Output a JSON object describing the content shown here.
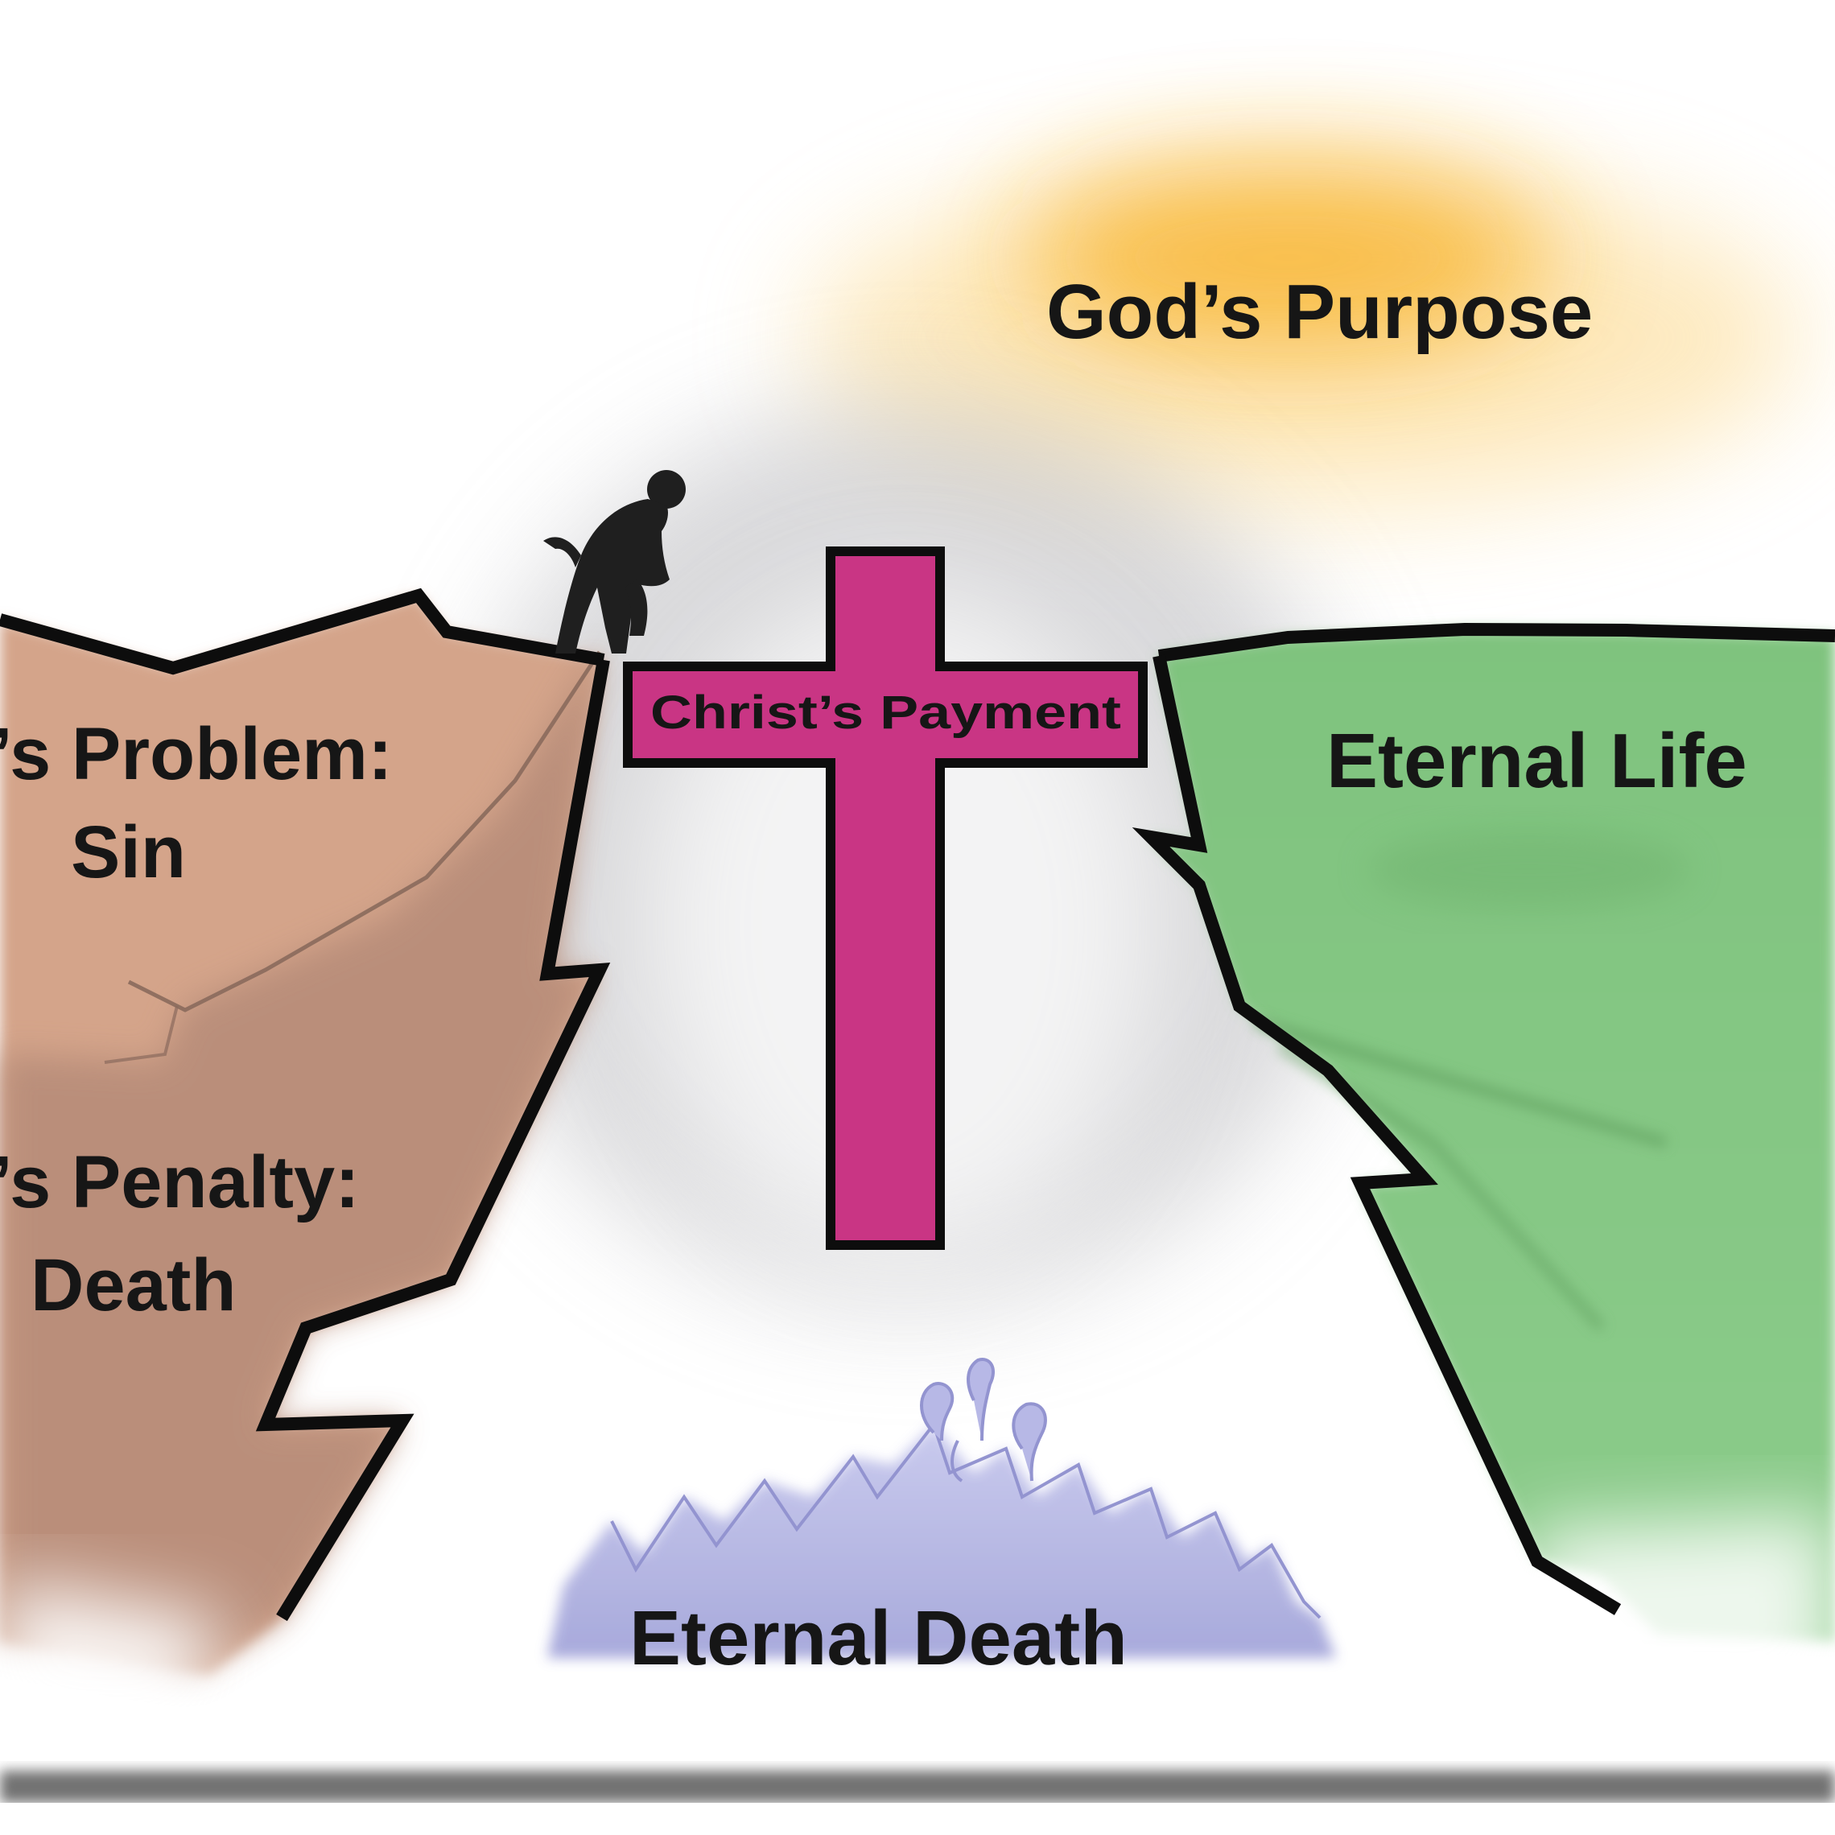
{
  "labels": {
    "gods_purpose": "God’s Purpose",
    "problem_line1": "’s Problem:",
    "problem_line2": "Sin",
    "penalty_line1": "’s Penalty:",
    "penalty_line2": "Death",
    "christs_payment": "Christ’s Payment",
    "eternal_life": "Eternal Life",
    "eternal_death": "Eternal Death"
  },
  "colors": {
    "background": "#ffffff",
    "left_cliff_top": "#d4a48a",
    "left_cliff_lower": "#bb917d",
    "right_cliff": "#86c585",
    "cross": "#c93584",
    "sun_glow": "#f7ad1e",
    "fire": "#a9aadd",
    "outline": "#0d0d0d",
    "figure": "#1f1f1f"
  },
  "icons": {
    "person": "person-looking-down-icon",
    "cross": "cross-icon",
    "fire": "flames-icon"
  }
}
